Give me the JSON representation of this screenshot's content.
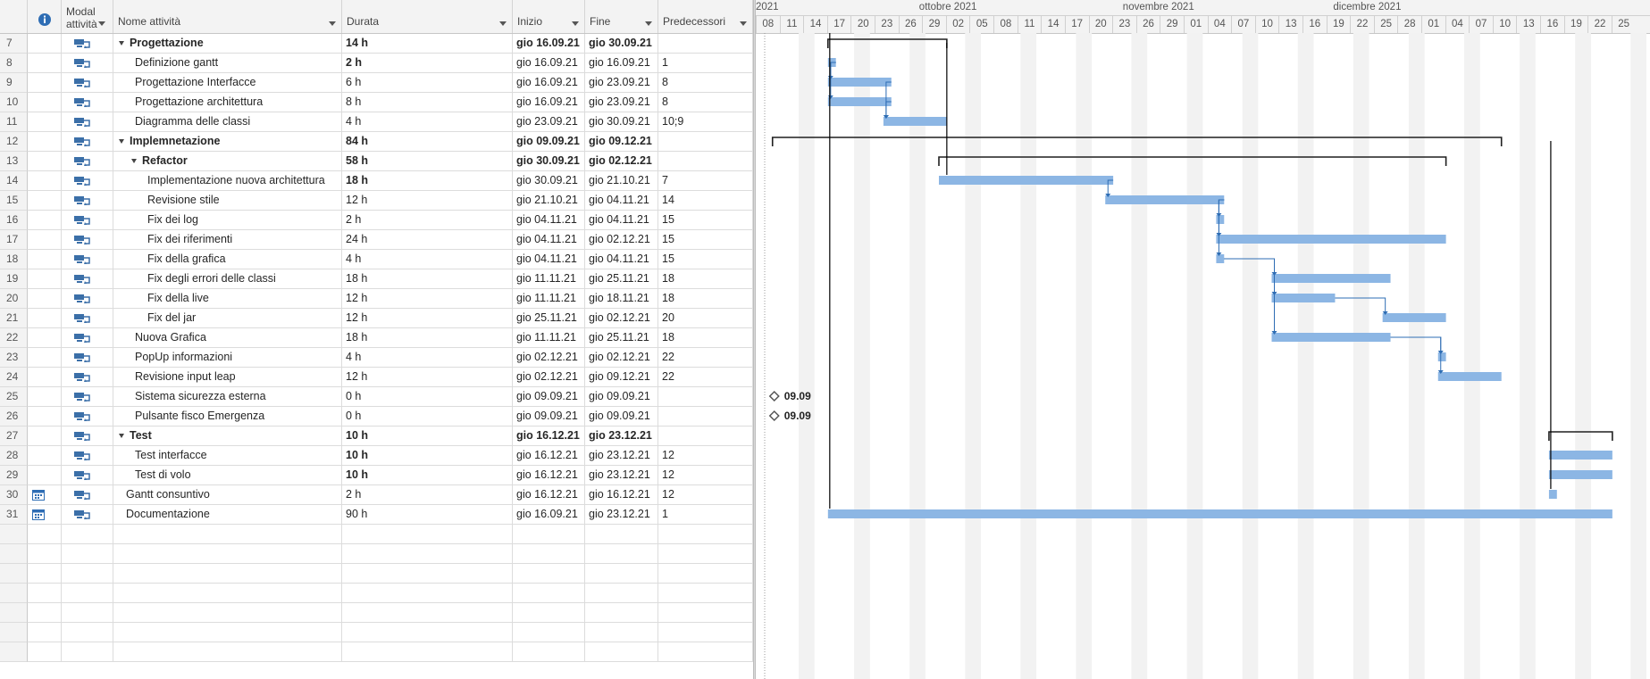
{
  "table": {
    "columns": {
      "info": "",
      "mode": "Modal attività",
      "name": "Nome attività",
      "duration": "Durata",
      "start": "Inizio",
      "finish": "Fine",
      "pred": "Predecessori"
    },
    "rows": [
      {
        "id": "7",
        "indent": 0,
        "summary": true,
        "name": "Progettazione",
        "duration": "14 h",
        "bold_dur": true,
        "start": "gio 16.09.21",
        "finish": "gio 30.09.21",
        "pred": ""
      },
      {
        "id": "8",
        "indent": 1,
        "summary": false,
        "name": "Definizione gantt",
        "duration": "2 h",
        "bold_dur": true,
        "start": "gio 16.09.21",
        "finish": "gio 16.09.21",
        "pred": "1"
      },
      {
        "id": "9",
        "indent": 1,
        "summary": false,
        "name": "Progettazione Interfacce",
        "duration": "6 h",
        "bold_dur": false,
        "start": "gio 16.09.21",
        "finish": "gio 23.09.21",
        "pred": "8"
      },
      {
        "id": "10",
        "indent": 1,
        "summary": false,
        "name": "Progettazione architettura",
        "duration": "8 h",
        "bold_dur": false,
        "start": "gio 16.09.21",
        "finish": "gio 23.09.21",
        "pred": "8"
      },
      {
        "id": "11",
        "indent": 1,
        "summary": false,
        "name": "Diagramma delle classi",
        "duration": "4 h",
        "bold_dur": false,
        "start": "gio 23.09.21",
        "finish": "gio 30.09.21",
        "pred": "10;9"
      },
      {
        "id": "12",
        "indent": 0,
        "summary": true,
        "name": "Implemnetazione",
        "duration": "84 h",
        "bold_dur": true,
        "start": "gio 09.09.21",
        "finish": "gio 09.12.21",
        "pred": ""
      },
      {
        "id": "13",
        "indent": 1,
        "summary": true,
        "name": "Refactor",
        "duration": "58 h",
        "bold_dur": true,
        "start": "gio 30.09.21",
        "finish": "gio 02.12.21",
        "pred": ""
      },
      {
        "id": "14",
        "indent": 2,
        "summary": false,
        "name": "Implementazione nuova architettura",
        "duration": "18 h",
        "bold_dur": true,
        "start": "gio 30.09.21",
        "finish": "gio 21.10.21",
        "pred": "7"
      },
      {
        "id": "15",
        "indent": 2,
        "summary": false,
        "name": "Revisione stile",
        "duration": "12 h",
        "bold_dur": false,
        "start": "gio 21.10.21",
        "finish": "gio 04.11.21",
        "pred": "14"
      },
      {
        "id": "16",
        "indent": 2,
        "summary": false,
        "name": "Fix dei log",
        "duration": "2 h",
        "bold_dur": false,
        "start": "gio 04.11.21",
        "finish": "gio 04.11.21",
        "pred": "15"
      },
      {
        "id": "17",
        "indent": 2,
        "summary": false,
        "name": "Fix dei riferimenti",
        "duration": "24 h",
        "bold_dur": false,
        "start": "gio 04.11.21",
        "finish": "gio 02.12.21",
        "pred": "15"
      },
      {
        "id": "18",
        "indent": 2,
        "summary": false,
        "name": "Fix della grafica",
        "duration": "4 h",
        "bold_dur": false,
        "start": "gio 04.11.21",
        "finish": "gio 04.11.21",
        "pred": "15"
      },
      {
        "id": "19",
        "indent": 2,
        "summary": false,
        "name": "Fix degli errori delle classi",
        "duration": "18 h",
        "bold_dur": false,
        "start": "gio 11.11.21",
        "finish": "gio 25.11.21",
        "pred": "18"
      },
      {
        "id": "20",
        "indent": 2,
        "summary": false,
        "name": "Fix della live",
        "duration": "12 h",
        "bold_dur": false,
        "start": "gio 11.11.21",
        "finish": "gio 18.11.21",
        "pred": "18"
      },
      {
        "id": "21",
        "indent": 2,
        "summary": false,
        "name": "Fix del jar",
        "duration": "12 h",
        "bold_dur": false,
        "start": "gio 25.11.21",
        "finish": "gio 02.12.21",
        "pred": "20"
      },
      {
        "id": "22",
        "indent": 1,
        "summary": false,
        "name": "Nuova Grafica",
        "duration": "18 h",
        "bold_dur": false,
        "start": "gio 11.11.21",
        "finish": "gio 25.11.21",
        "pred": "18"
      },
      {
        "id": "23",
        "indent": 1,
        "summary": false,
        "name": "PopUp informazioni",
        "duration": "4 h",
        "bold_dur": false,
        "start": "gio 02.12.21",
        "finish": "gio 02.12.21",
        "pred": "22"
      },
      {
        "id": "24",
        "indent": 1,
        "summary": false,
        "name": "Revisione input leap",
        "duration": "12 h",
        "bold_dur": false,
        "start": "gio 02.12.21",
        "finish": "gio 09.12.21",
        "pred": "22"
      },
      {
        "id": "25",
        "indent": 1,
        "summary": false,
        "name": "Sistema sicurezza esterna",
        "duration": "0 h",
        "bold_dur": false,
        "start": "gio 09.09.21",
        "finish": "gio 09.09.21",
        "pred": ""
      },
      {
        "id": "26",
        "indent": 1,
        "summary": false,
        "name": "Pulsante fisco Emergenza",
        "duration": "0 h",
        "bold_dur": false,
        "start": "gio 09.09.21",
        "finish": "gio 09.09.21",
        "pred": ""
      },
      {
        "id": "27",
        "indent": 0,
        "summary": true,
        "name": "Test",
        "duration": "10 h",
        "bold_dur": true,
        "start": "gio 16.12.21",
        "finish": "gio 23.12.21",
        "pred": ""
      },
      {
        "id": "28",
        "indent": 1,
        "summary": false,
        "name": "Test interfacce",
        "duration": "10 h",
        "bold_dur": true,
        "start": "gio 16.12.21",
        "finish": "gio 23.12.21",
        "pred": "12"
      },
      {
        "id": "29",
        "indent": 1,
        "summary": false,
        "name": "Test di volo",
        "duration": "10 h",
        "bold_dur": true,
        "start": "gio 16.12.21",
        "finish": "gio 23.12.21",
        "pred": "12"
      },
      {
        "id": "30",
        "indent": 0,
        "summary": false,
        "name": "Gantt consuntivo",
        "duration": "2 h",
        "bold_dur": false,
        "start": "gio 16.12.21",
        "finish": "gio 16.12.21",
        "pred": "12",
        "calendar": true
      },
      {
        "id": "31",
        "indent": 0,
        "summary": false,
        "name": "Documentazione",
        "duration": "90 h",
        "bold_dur": false,
        "start": "gio 16.09.21",
        "finish": "gio 23.12.21",
        "pred": "1",
        "calendar": true
      }
    ],
    "empty_rows": 7
  },
  "gantt": {
    "months": [
      {
        "label": "2021",
        "start": "2021-09-08"
      },
      {
        "label": "ottobre 2021",
        "start": "2021-09-30"
      },
      {
        "label": "novembre 2021",
        "start": "2021-10-30"
      },
      {
        "label": "dicembre 2021",
        "start": "2021-11-30"
      }
    ],
    "ticks": [
      "08",
      "11",
      "14",
      "17",
      "20",
      "23",
      "26",
      "29",
      "02",
      "05",
      "08",
      "11",
      "14",
      "17",
      "20",
      "23",
      "26",
      "29",
      "01",
      "04",
      "07",
      "10",
      "13",
      "16",
      "19",
      "22",
      "25",
      "28",
      "01",
      "04",
      "07",
      "10",
      "13",
      "16",
      "19",
      "22",
      "25"
    ],
    "milestone_labels": {
      "25": "09.09",
      "26": "09.09"
    },
    "colors": {
      "bar": "#8cb6e4",
      "summary": "#1f1f1f",
      "link": "#2e6db4",
      "weekend": "#f2f2f2",
      "milestone": "#555555"
    }
  }
}
